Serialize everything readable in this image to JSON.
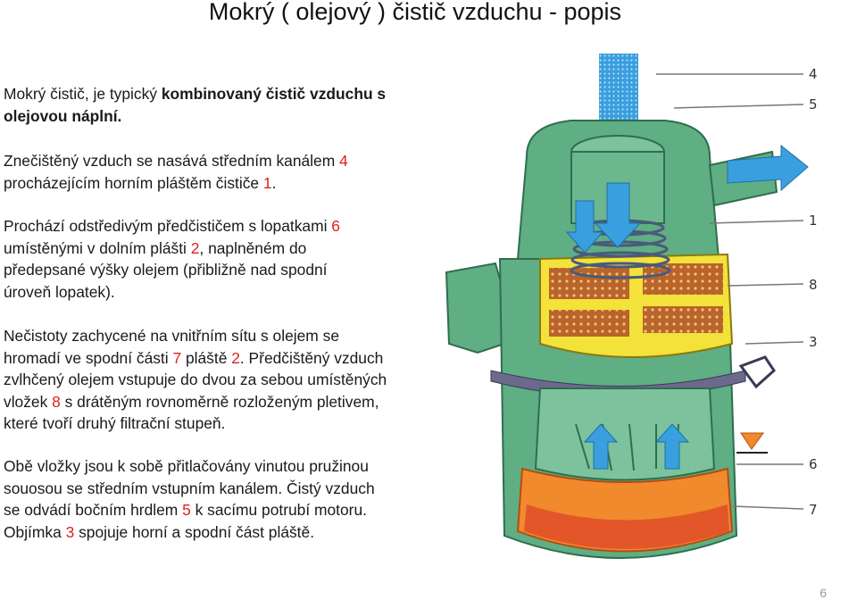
{
  "slide": {
    "title": "Mokrý ( olejový ) čistič vzduchu - popis",
    "page_number": "6"
  },
  "paragraphs": {
    "p1": {
      "line1_a": "Mokrý čistič,  je typický ",
      "line1_b": "kombinovaný čistič vzduchu s",
      "line2": "olejovou náplní."
    },
    "p2": {
      "line1_a": "Znečištěný vzduch se nasává středním kanálem ",
      "line1_num": "4",
      "line2_a": "procházejícím horním pláštěm čističe ",
      "line2_num": "1",
      "line2_b": "."
    },
    "p3": {
      "line1_a": "Prochází odstředivým předčističem s lopatkami ",
      "line1_num": "6",
      "line2_a": "umístěnými v dolním plášti ",
      "line2_num": "2",
      "line2_b": ", naplněném do",
      "line3": "předepsané výšky olejem (přibližně nad spodní",
      "line4": "úroveň lopatek)."
    },
    "p4": {
      "line1": "Nečistoty zachycené na vnitřním sítu s olejem se",
      "line2_a": "hromadí ve spodní části ",
      "line2_num1": "7",
      "line2_b": " pláště ",
      "line2_num2": "2",
      "line2_c": ". Předčištěný vzduch",
      "line3": "zvlhčený olejem vstupuje do dvou za sebou umístěných",
      "line4_a": "vložek ",
      "line4_num": "8",
      "line4_b": " s drátěným rovnoměrně rozloženým pletivem,",
      "line5": "které tvoří druhý filtrační stupeň."
    },
    "p5": {
      "line1": "Obě vložky jsou k sobě přitlačovány vinutou pružinou",
      "line2": "souosou se středním vstupním kanálem. Čistý vzduch",
      "line3_a": "se odvádí bočním hrdlem ",
      "line3_num": "5",
      "line3_b": " k sacímu potrubí motoru.",
      "line4_a": "Objímka ",
      "line4_num": "3",
      "line4_b": " spojuje horní a spodní část pláště."
    }
  },
  "figure": {
    "callouts": [
      "4",
      "5",
      "1",
      "8",
      "3",
      "6",
      "7"
    ],
    "colors": {
      "housing": "#5fae84",
      "housing_dark": "#3f8a63",
      "filter_yellow": "#f3e23a",
      "oil_orange": "#f08a2c",
      "oil_red": "#e2562a",
      "air_blue": "#3a9fde",
      "clamp": "#6c6a8c"
    }
  }
}
